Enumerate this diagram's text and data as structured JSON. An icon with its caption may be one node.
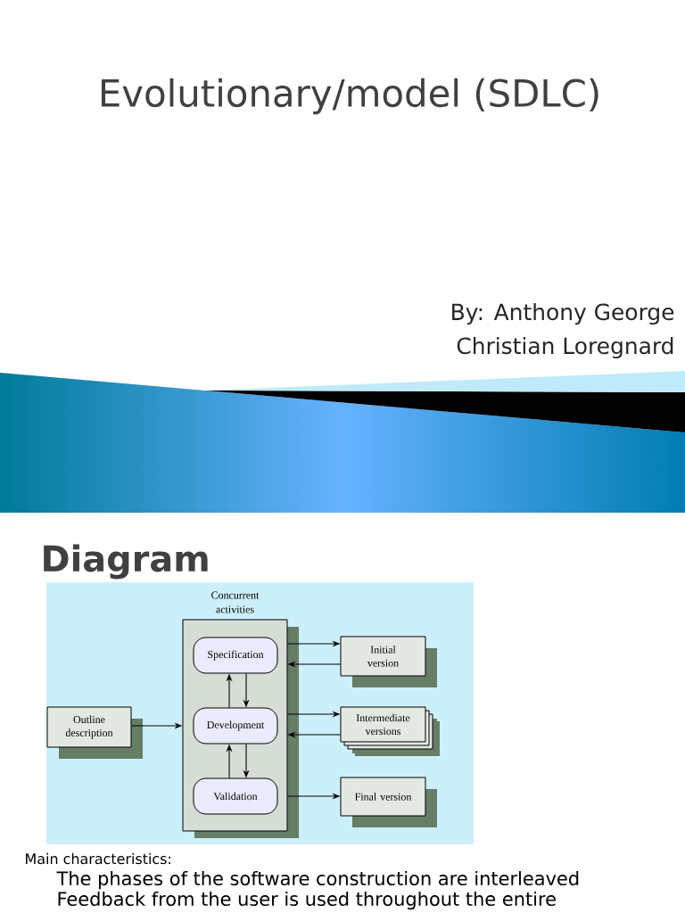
{
  "diagram": {
    "title": "Evolutionary/model (SDLC)",
    "nodes": [
      {
        "text": [
          "Concurrent activities"
        ]
      },
      {
        "text": [
          "Specification"
        ],
        "in": 0
      },
      {
        "text": [
          "Development"
        ],
        "in": 0
      },
      {
        "text": [
          "Validation"
        ],
        "in": 0
      },
      {
        "text": [
          "Outline description"
        ]
      },
      {
        "text": [
          "Initial version"
        ]
      },
      {
        "text": [
          "Intermediate versions"
        ]
      },
      {
        "text": [
          "Final version"
        ]
      }
    ],
    "edges": [
      {
        "from": 4,
        "to": 0,
        "arrow": "to"
      },
      {
        "from": 0,
        "to": 5,
        "arrow": "to"
      },
      {
        "from": 5,
        "to": 0,
        "arrow": "to"
      },
      {
        "from": 0,
        "to": 6,
        "arrow": "to"
      },
      {
        "from": 6,
        "to": 0,
        "arrow": "to"
      },
      {
        "from": 0,
        "to": 7,
        "arrow": "to"
      },
      {
        "from": 2,
        "to": 1,
        "arrow": "to"
      },
      {
        "from": 1,
        "to": 2,
        "arrow": "to"
      },
      {
        "from": 3,
        "to": 2,
        "arrow": "to"
      },
      {
        "from": 2,
        "to": 3,
        "arrow": "to"
      }
    ],
    "labels": [
      "By: Anthony George",
      "Christian Loregnard",
      "Diagram",
      "Main characteristics:",
      "The phases of the software construction are interleaved",
      "Feedback from the user is used throughout the entire"
    ]
  }
}
